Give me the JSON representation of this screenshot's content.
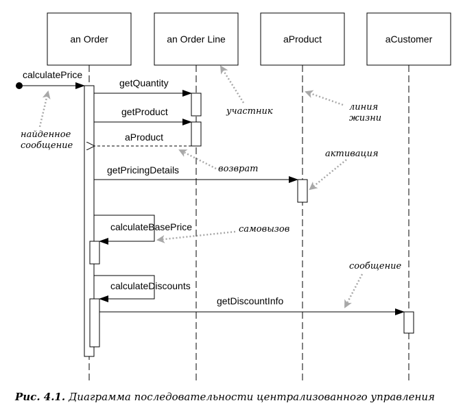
{
  "participants": [
    {
      "id": "order",
      "label": "an Order"
    },
    {
      "id": "orderline",
      "label": "an Order Line"
    },
    {
      "id": "product",
      "label": "aProduct"
    },
    {
      "id": "customer",
      "label": "aCustomer"
    }
  ],
  "messages": {
    "calculatePrice": "calculatePrice",
    "getQuantity": "getQuantity",
    "getProduct": "getProduct",
    "aProduct": "aProduct",
    "getPricingDetails": "getPricingDetails",
    "calculateBasePrice": "calculateBasePrice",
    "calculateDiscounts": "calculateDiscounts",
    "getDiscountInfo": "getDiscountInfo"
  },
  "annotations": {
    "participant": "участник",
    "lifeline_1": "линия",
    "lifeline_2": "жизни",
    "found_1": "найденное",
    "found_2": "сообщение",
    "activation": "активация",
    "return": "возврат",
    "self_call": "самовызов",
    "message": "сообщение"
  },
  "caption": {
    "number": "Рис. 4.1.",
    "text": "Диаграмма последовательности централизованного управления"
  }
}
